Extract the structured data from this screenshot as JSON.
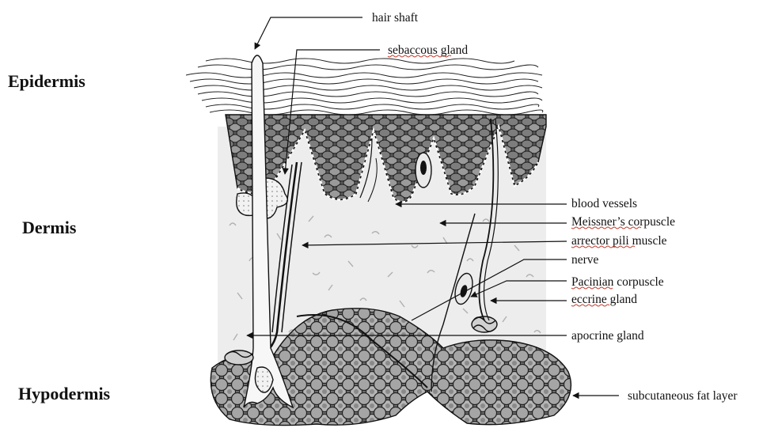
{
  "layers": {
    "epidermis": "Epidermis",
    "dermis": "Dermis",
    "hypodermis": "Hypodermis"
  },
  "callouts": {
    "hair_shaft": "hair shaft",
    "sebaceous_gland": "sebaccous gland",
    "blood_vessels": "blood vessels",
    "meissners_corpuscle": "Meissner’s corpuscle",
    "arrector_pili_muscle": "arrector pili muscle",
    "nerve": "nerve",
    "pacinian_corpuscle": "Pacinian corpuscle",
    "eccrine_gland": "eccrine gland",
    "apocrine_gland": "apocrine gland",
    "subcutaneous_fat_layer": "subcutaneous fat layer"
  }
}
